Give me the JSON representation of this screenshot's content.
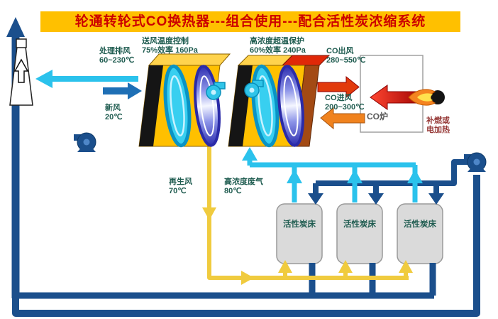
{
  "title": "轮通转轮式CO换热器---组合使用---配合活性炭浓缩系统",
  "labels": {
    "exhaust": [
      "处理排风",
      "60~230℃"
    ],
    "supply_control": [
      "送风温度控制",
      "75%效率 160Pa"
    ],
    "overtemp_protect": [
      "高浓度超温保护",
      "60%效率 240Pa"
    ],
    "co_out": [
      "CO出风",
      "280~550℃"
    ],
    "fresh_air": [
      "新风",
      "20℃"
    ],
    "co_in": [
      "CO进风",
      "200~300℃"
    ],
    "furnace": "CO炉",
    "aux_heat": [
      "补燃或",
      "电加热"
    ],
    "regen_air": [
      "再生风",
      "70℃"
    ],
    "waste_gas": [
      "高浓度废气",
      "80℃"
    ],
    "beds": [
      "活性炭床",
      "活性炭床",
      "活性炭床"
    ]
  },
  "colors": {
    "title_bg": "#FFC000",
    "title_text": "#CC0000",
    "navy": "#1B4F8C",
    "cyan": "#2BC2EC",
    "blue": "#1E6FB5",
    "yellow": "#F0CB3E",
    "red": "#E23A0C",
    "orange": "#F0821E",
    "gold": "#FFC000",
    "label": "#1F5C50",
    "aux_red": "#953735"
  }
}
